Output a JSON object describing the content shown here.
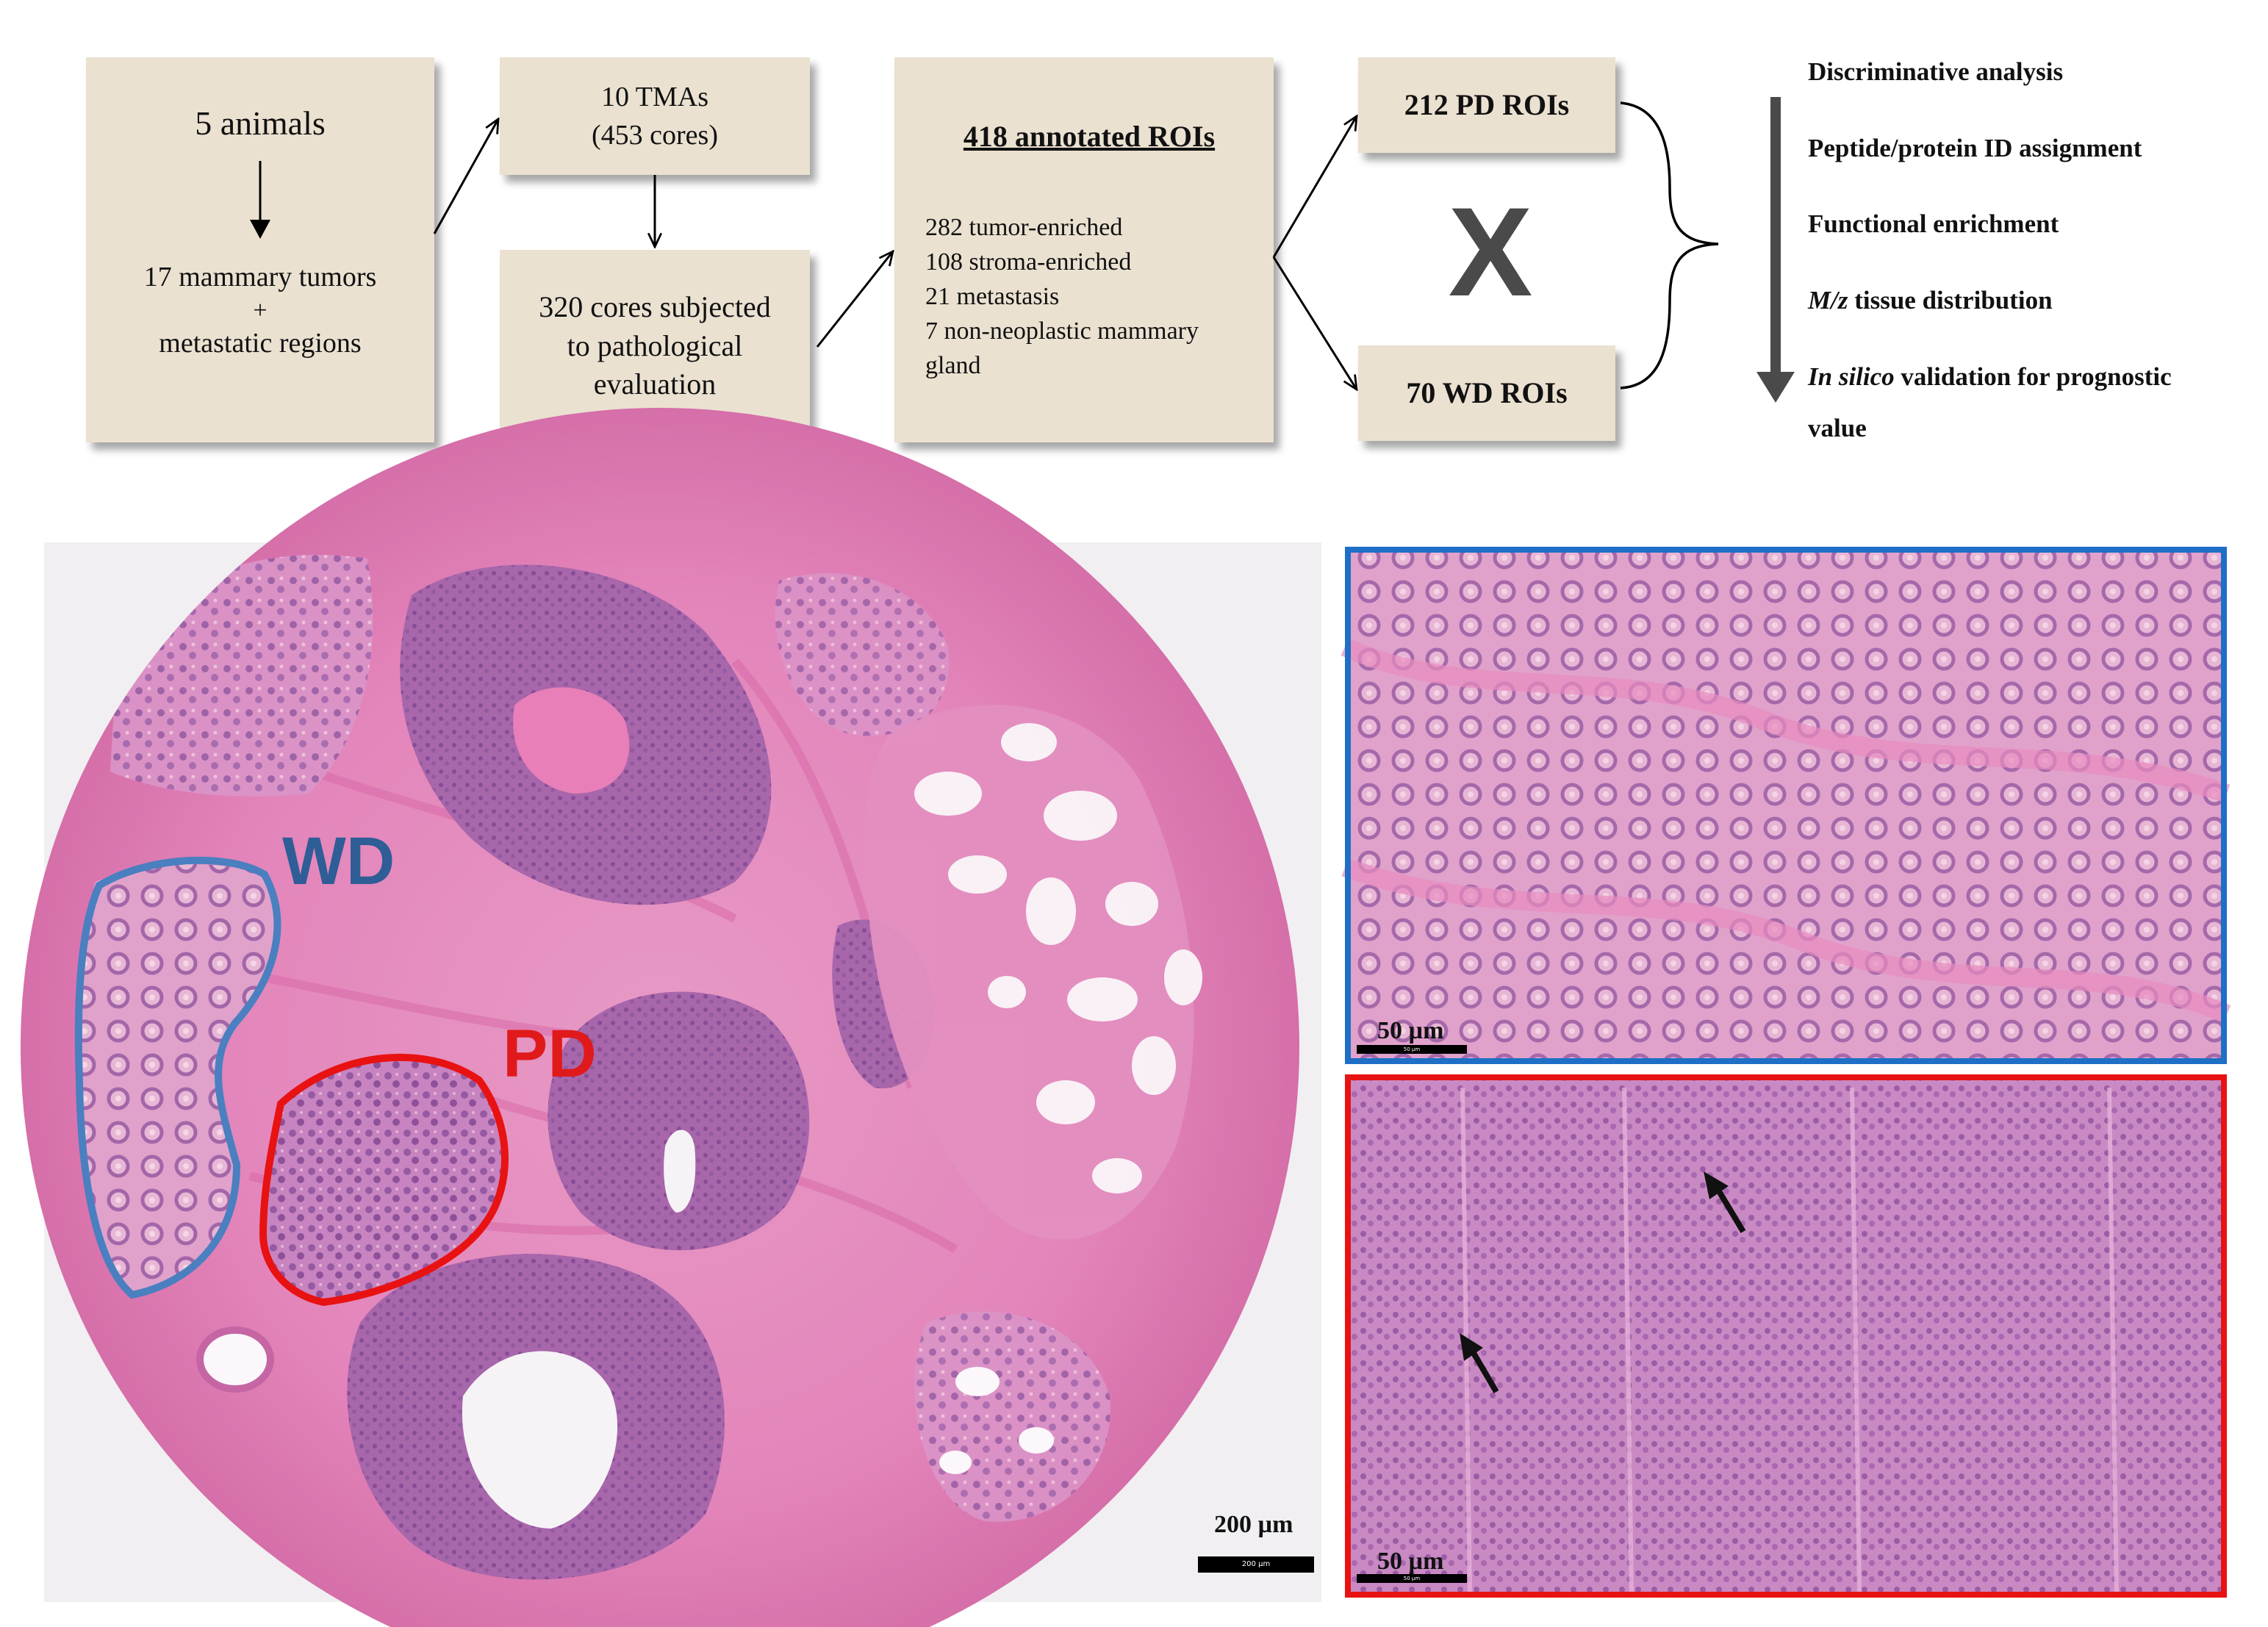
{
  "flow": {
    "animals": {
      "top": "5 animals",
      "line1": "17 mammary tumors",
      "plus": "+",
      "line2": "metastatic regions"
    },
    "tmas": {
      "line1": "10 TMAs",
      "line2": "(453 cores)"
    },
    "cores": {
      "line1": "320 cores subjected",
      "line2": "to pathological",
      "line3": "evaluation"
    },
    "rois": {
      "heading": "418 annotated ROIs",
      "lines": [
        "282 tumor-enriched",
        "108 stroma-enriched",
        "21 metastasis",
        "7 non-neoplastic mammary",
        "gland"
      ]
    },
    "pd": "212 PD ROIs",
    "wd": "70 WD ROIs",
    "cross": "X"
  },
  "steps": {
    "s1": "Discriminative  analysis",
    "s2": "Peptide/protein ID assignment",
    "s3": "Functional enrichment",
    "s4_italic": "M/z",
    "s4_rest": " tissue distribution",
    "s5_italic": "In silico",
    "s5_rest": " validation for prognostic",
    "s5_cont": "value"
  },
  "histology": {
    "wd_label": "WD",
    "pd_label": "PD",
    "main_scale": "200 µm",
    "main_scale_bar": "200 µm",
    "top_scale": "50 µm",
    "top_scale_bar": "50 µm",
    "bottom_scale": "50 µm",
    "bottom_scale_bar": "50 µm"
  },
  "colors": {
    "box_fill": "#eae1d1",
    "wd_outline": "#4a7fc0",
    "pd_outline": "#e81212",
    "wd_label": "#2f5d96",
    "pd_label": "#e01a1a",
    "tissue_stroma": "#e37bb4",
    "tissue_epithelium": "#a45ea3",
    "background": "#f1eff2"
  }
}
